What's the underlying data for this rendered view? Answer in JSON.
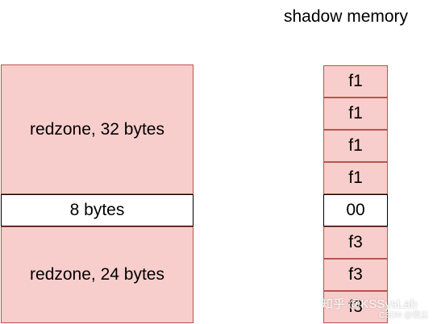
{
  "title": "shadow memory",
  "memory": {
    "redzone_top": "redzone, 32 bytes",
    "data_block": "8 bytes",
    "redzone_bottom": "redzone, 24 bytes"
  },
  "shadow": [
    {
      "value": "f1",
      "kind": "redzone"
    },
    {
      "value": "f1",
      "kind": "redzone"
    },
    {
      "value": "f1",
      "kind": "redzone"
    },
    {
      "value": "f1",
      "kind": "redzone"
    },
    {
      "value": "00",
      "kind": "addressable"
    },
    {
      "value": "f3",
      "kind": "redzone"
    },
    {
      "value": "f3",
      "kind": "redzone"
    },
    {
      "value": "f3",
      "kind": "redzone"
    }
  ],
  "watermark": {
    "main": "知乎 @KSSysLab",
    "sub": "CSDN @伎尘"
  },
  "colors": {
    "redzone_fill": "#f8cecc",
    "redzone_border": "#b85450",
    "addressable_fill": "#ffffff"
  }
}
